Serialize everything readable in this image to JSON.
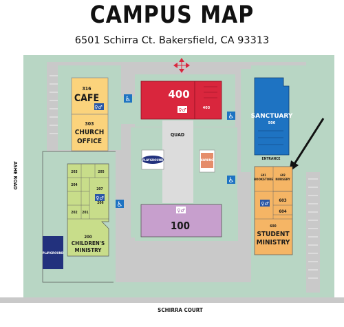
{
  "title": "CAMPUS MAP",
  "address": "6501 Schirra Ct. Bakersfield, CA 93313",
  "streets": {
    "west": "ASHE ROAD",
    "south": "SCHIRRA COURT"
  },
  "areas": {
    "quad": "QUAD",
    "entrance": "ENTRANCE"
  },
  "buildings": {
    "cafe": {
      "room": "316",
      "name": "CAFE"
    },
    "church_office": {
      "room": "303",
      "line1": "CHURCH",
      "line2": "OFFICE"
    },
    "b400": {
      "number": "400",
      "room": "403"
    },
    "sanctuary": {
      "name": "SANCTUARY",
      "room": "500"
    },
    "b100": {
      "number": "100"
    },
    "childrens": {
      "room": "200",
      "line1": "CHILDREN'S",
      "line2": "MINISTRY",
      "rooms": [
        "203",
        "205",
        "204",
        "207",
        "202",
        "201",
        "206"
      ]
    },
    "student": {
      "room": "600",
      "line1": "STUDENT",
      "line2": "MINISTRY",
      "rooms": [
        "601",
        "602",
        "603",
        "604"
      ],
      "bookstore": "BOOKSTORE",
      "nursery": "NURSERY"
    }
  },
  "playgrounds": {
    "center": "PLAYGROUND",
    "west": "PLAYGROUND"
  },
  "awning": "AWNING",
  "colors": {
    "road": "#c9c9c9",
    "lawn": "#b8d6c4",
    "orange": "#f5b565",
    "yellow": "#fbd37c",
    "red": "#d9263d",
    "blue": "#1e73c2",
    "purple": "#c79fcd",
    "green": "#c8dd8a",
    "navy": "#22317d",
    "salmon": "#e58d6b"
  }
}
